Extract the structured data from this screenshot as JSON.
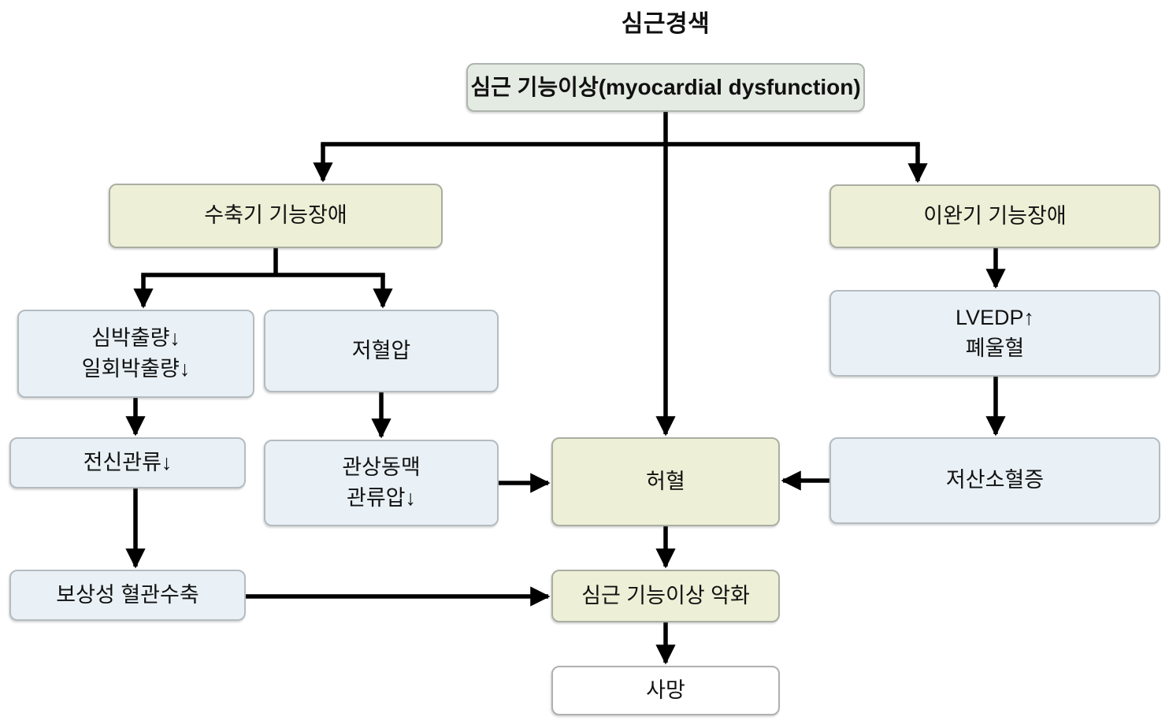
{
  "title": "심근경색",
  "colors": {
    "main_box_fill": "#e4ebe2",
    "stage_box_fill": "#edf0d6",
    "state_box_fill": "#e9f1f6",
    "death_box_fill": "#ffffff",
    "box_border": "#b3b3b3",
    "arrow": "#000000",
    "text": "#111111"
  },
  "nodes": {
    "main": {
      "label": "심근 기능이상(myocardial dysfunction)"
    },
    "systolic": {
      "label": "수축기 기능장애"
    },
    "diastolic": {
      "label": "이완기 기능장애"
    },
    "cardiac_output": {
      "line1": "심박출량↓",
      "line2": "일회박출량↓"
    },
    "hypotension": {
      "label": "저혈압"
    },
    "lvedp": {
      "line1": "LVEDP↑",
      "line2": "폐울혈"
    },
    "systemic_perfusion": {
      "label": "전신관류↓"
    },
    "coronary_perfusion": {
      "line1": "관상동맥",
      "line2": "관류압↓"
    },
    "ischemia": {
      "label": "허혈"
    },
    "hypoxemia": {
      "label": "저산소혈증"
    },
    "vasoconstriction": {
      "label": "보상성 혈관수축"
    },
    "worsening": {
      "label": "심근 기능이상 악화"
    },
    "death": {
      "label": "사망"
    }
  },
  "edges": [
    {
      "from": "main",
      "to": "systolic"
    },
    {
      "from": "main",
      "to": "diastolic"
    },
    {
      "from": "main",
      "to": "ischemia"
    },
    {
      "from": "systolic",
      "to": "cardiac_output"
    },
    {
      "from": "systolic",
      "to": "hypotension"
    },
    {
      "from": "cardiac_output",
      "to": "systemic_perfusion"
    },
    {
      "from": "hypotension",
      "to": "coronary_perfusion"
    },
    {
      "from": "systemic_perfusion",
      "to": "vasoconstriction"
    },
    {
      "from": "coronary_perfusion",
      "to": "ischemia"
    },
    {
      "from": "diastolic",
      "to": "lvedp"
    },
    {
      "from": "lvedp",
      "to": "hypoxemia"
    },
    {
      "from": "hypoxemia",
      "to": "ischemia"
    },
    {
      "from": "ischemia",
      "to": "worsening"
    },
    {
      "from": "vasoconstriction",
      "to": "worsening"
    },
    {
      "from": "worsening",
      "to": "death"
    }
  ]
}
